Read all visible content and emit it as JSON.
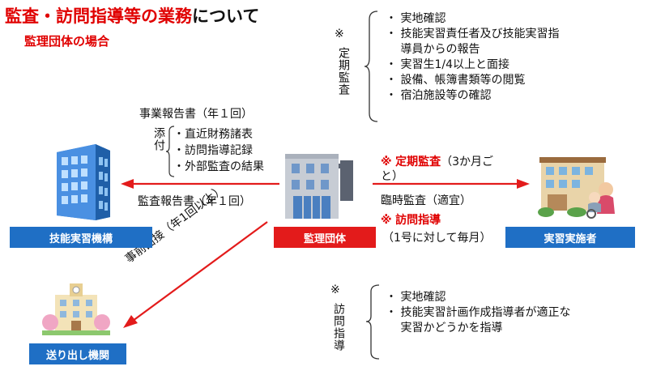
{
  "header": {
    "title_red": "監査・訪問指導等の業務",
    "title_black": "について",
    "subtitle": "監理団体の場合"
  },
  "audit_section": {
    "mark": "※",
    "vertical_label": "定期監査",
    "items": [
      "・ 実地確認",
      "・ 技能実習責任者及び技能実習指",
      "　 導員からの報告",
      "・ 実習生1/4以上と面接",
      "・ 設備、帳簿書類等の閲覧",
      "・ 宿泊施設等の確認"
    ]
  },
  "guidance_section": {
    "mark": "※",
    "vertical_label": "訪問指導",
    "items": [
      "・ 実地確認",
      "・ 技能実習計画作成指導者が適正な",
      "　 実習かどうかを指導"
    ]
  },
  "left_flow": {
    "report_label": "事業報告書（年１回）",
    "attach_label": "添付",
    "attachments": [
      "・直近財務諸表",
      "・訪問指導記録",
      "・外部監査の結果"
    ],
    "audit_report_label": "監査報告書（年１回）"
  },
  "right_flow": {
    "periodic_mark": "※",
    "periodic_label": "定期監査",
    "periodic_freq_1": "（3か月ご",
    "periodic_freq_2": "と）",
    "adhoc_label": "臨時監査（適宜）",
    "visit_mark": "※",
    "visit_label": "訪問指導",
    "visit_freq": "（1号に対して毎月）"
  },
  "diagonal_label": "事前面接（年1回以上）",
  "entities": {
    "otit": "技能実習機構",
    "supervising": "監理団体",
    "implementer": "実習実施者",
    "sending": "送り出し機関"
  },
  "colors": {
    "accent_red": "#e00000",
    "entity_blue": "#1f6fc5",
    "entity_red": "#e31b1b"
  }
}
